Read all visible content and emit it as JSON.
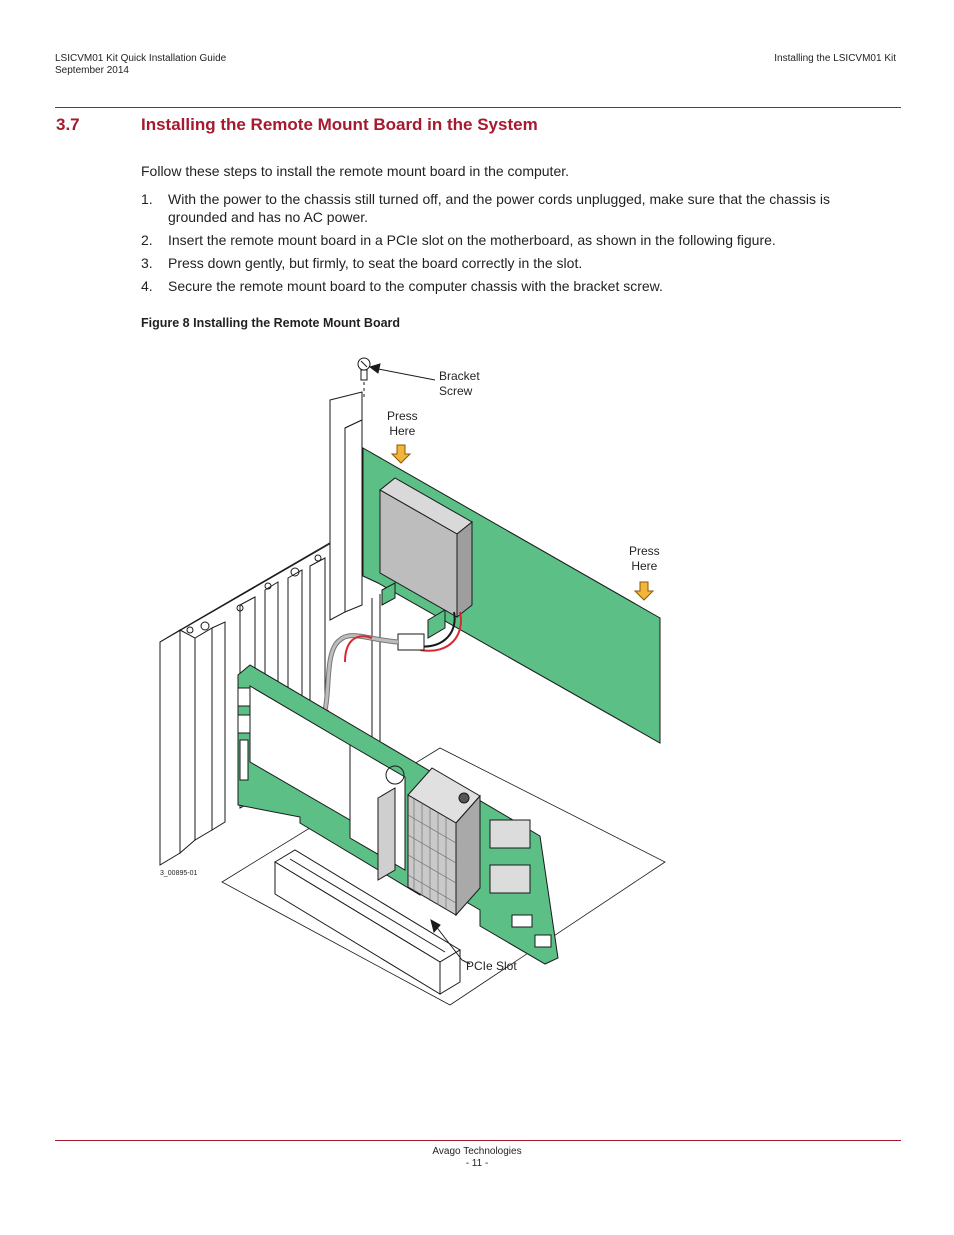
{
  "header": {
    "doc_title": "LSICVM01 Kit Quick Installation Guide",
    "doc_date": "September 2014",
    "chapter": "Installing the LSICVM01 Kit"
  },
  "section": {
    "number": "3.7",
    "title": "Installing the Remote Mount Board in the System"
  },
  "intro": "Follow these steps to install the remote mount board in the computer.",
  "steps": [
    {
      "num": "1.",
      "text": "With the power to the chassis still turned off, and the power cords unplugged, make sure that the chassis is grounded and has no AC power."
    },
    {
      "num": "2.",
      "text": "Insert the remote mount board in a PCIe slot on the motherboard, as shown in the following figure."
    },
    {
      "num": "3.",
      "text": "Press down gently, but firmly, to seat the board correctly in the slot."
    },
    {
      "num": "4.",
      "text": "Secure the remote mount board to the computer chassis with the bracket screw."
    }
  ],
  "figure": {
    "caption": "Figure 8  Installing the Remote Mount Board",
    "labels": {
      "bracket_screw_1": "Bracket",
      "bracket_screw_2": "Screw",
      "press_here_top_1": "Press",
      "press_here_top_2": "Here",
      "press_here_right_1": "Press",
      "press_here_right_2": "Here",
      "pcie_slot": "PCIe Slot",
      "art_id": "3_00895-01"
    },
    "colors": {
      "board_green": "#5bbf86",
      "board_outline": "#1a1a1a",
      "module_gray": "#bdbdbd",
      "arrow_yellow": "#f2b43a",
      "cable_red": "#d7282f"
    }
  },
  "footer": {
    "company": "Avago Technologies",
    "page": "- 11 -"
  }
}
